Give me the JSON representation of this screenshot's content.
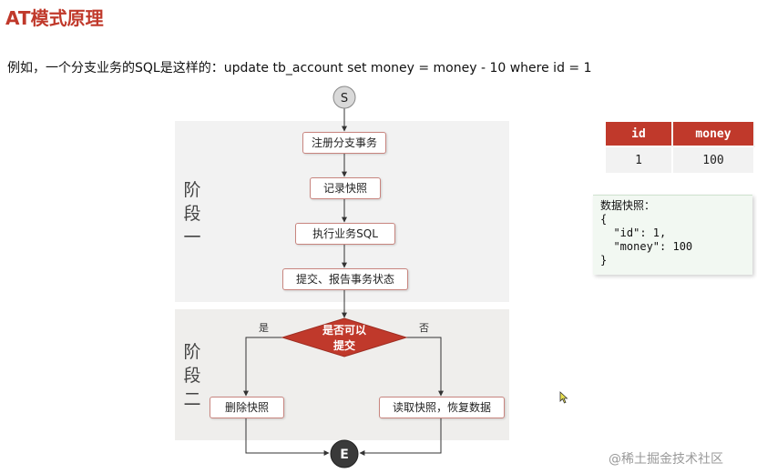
{
  "title": "AT模式原理",
  "intro": "例如，一个分支业务的SQL是这样的：update tb_account set money = money - 10 where id = 1",
  "phases": {
    "one": [
      "阶",
      "段",
      "一"
    ],
    "two": [
      "阶",
      "段",
      "二"
    ]
  },
  "flow": {
    "start": "S",
    "end": "E",
    "steps": {
      "register": "注册分支事务",
      "snapshot": "记录快照",
      "exec_sql": "执行业务SQL",
      "commit": "提交、报告事务状态",
      "delete": "删除快照",
      "restore": "读取快照，恢复数据"
    },
    "decision": [
      "是否可以",
      "提交"
    ],
    "branch_yes": "是",
    "branch_no": "否"
  },
  "table": {
    "headers": [
      "id",
      "money"
    ],
    "rows": [
      [
        "1",
        "100"
      ]
    ]
  },
  "snapshot": {
    "title": "数据快照：",
    "lines": [
      "{",
      "  \"id\": 1,",
      "  \"money\": 100",
      "}"
    ]
  },
  "watermark": "@稀土掘金技术社区",
  "colors": {
    "accent": "#c0392b",
    "start_node": "#d9d9d9",
    "end_node": "#3a3a3a"
  }
}
